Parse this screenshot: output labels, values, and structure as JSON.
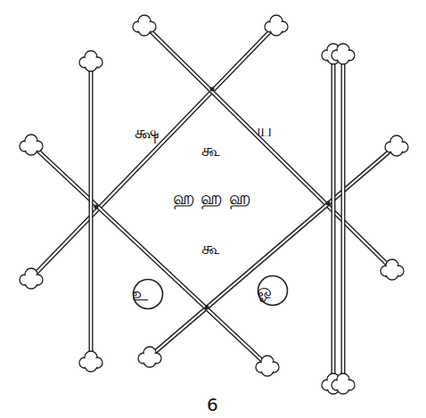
{
  "diagram": {
    "caption": "6",
    "nodes": [
      {
        "text": [
          "உ"
        ]
      },
      {
        "text": [
          "ஓ"
        ]
      }
    ],
    "labels": [
      "க்ஷ",
      "ய",
      "கூ",
      "ஹ ஹ ஹ",
      "கூ"
    ]
  }
}
